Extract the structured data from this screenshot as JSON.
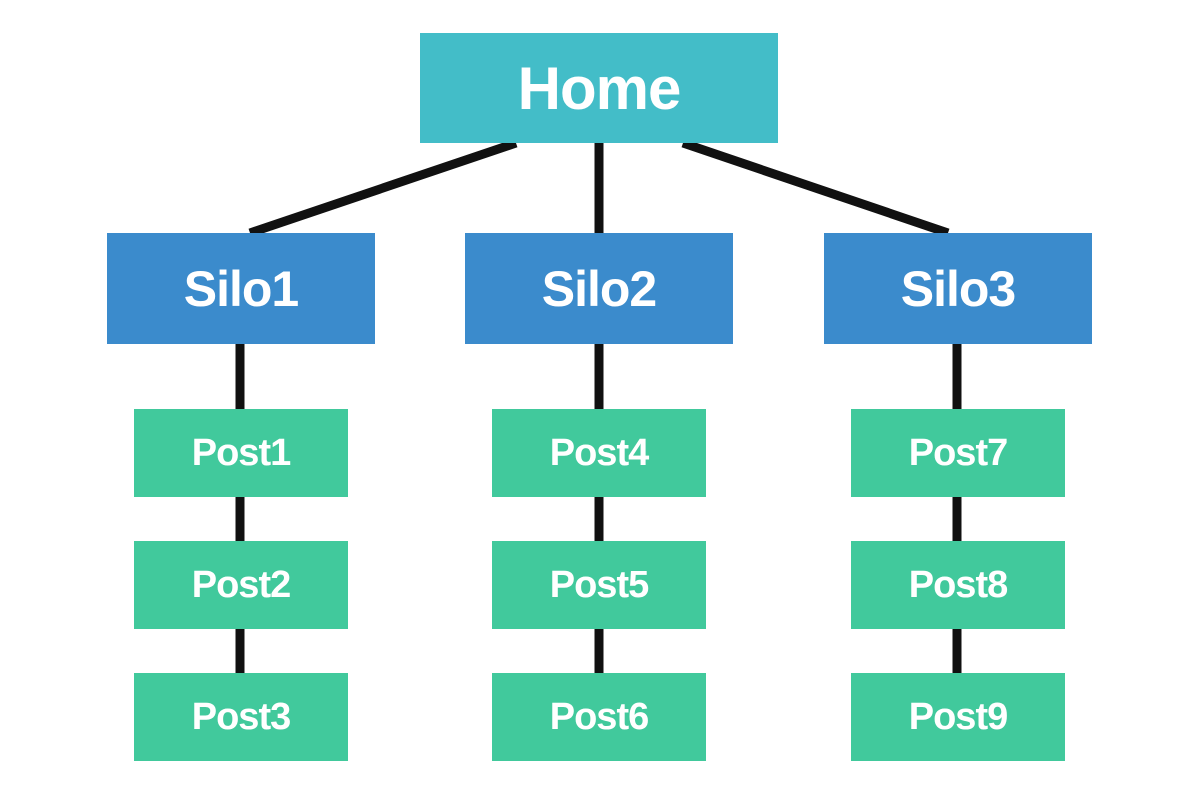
{
  "colors": {
    "root": "#43bdc8",
    "silo": "#3b8bcc",
    "post": "#41c99c",
    "connector": "#111111",
    "text": "#ffffff"
  },
  "root": {
    "label": "Home"
  },
  "silos": [
    {
      "label": "Silo1",
      "posts": [
        "Post1",
        "Post2",
        "Post3"
      ]
    },
    {
      "label": "Silo2",
      "posts": [
        "Post4",
        "Post5",
        "Post6"
      ]
    },
    {
      "label": "Silo3",
      "posts": [
        "Post7",
        "Post8",
        "Post9"
      ]
    }
  ]
}
